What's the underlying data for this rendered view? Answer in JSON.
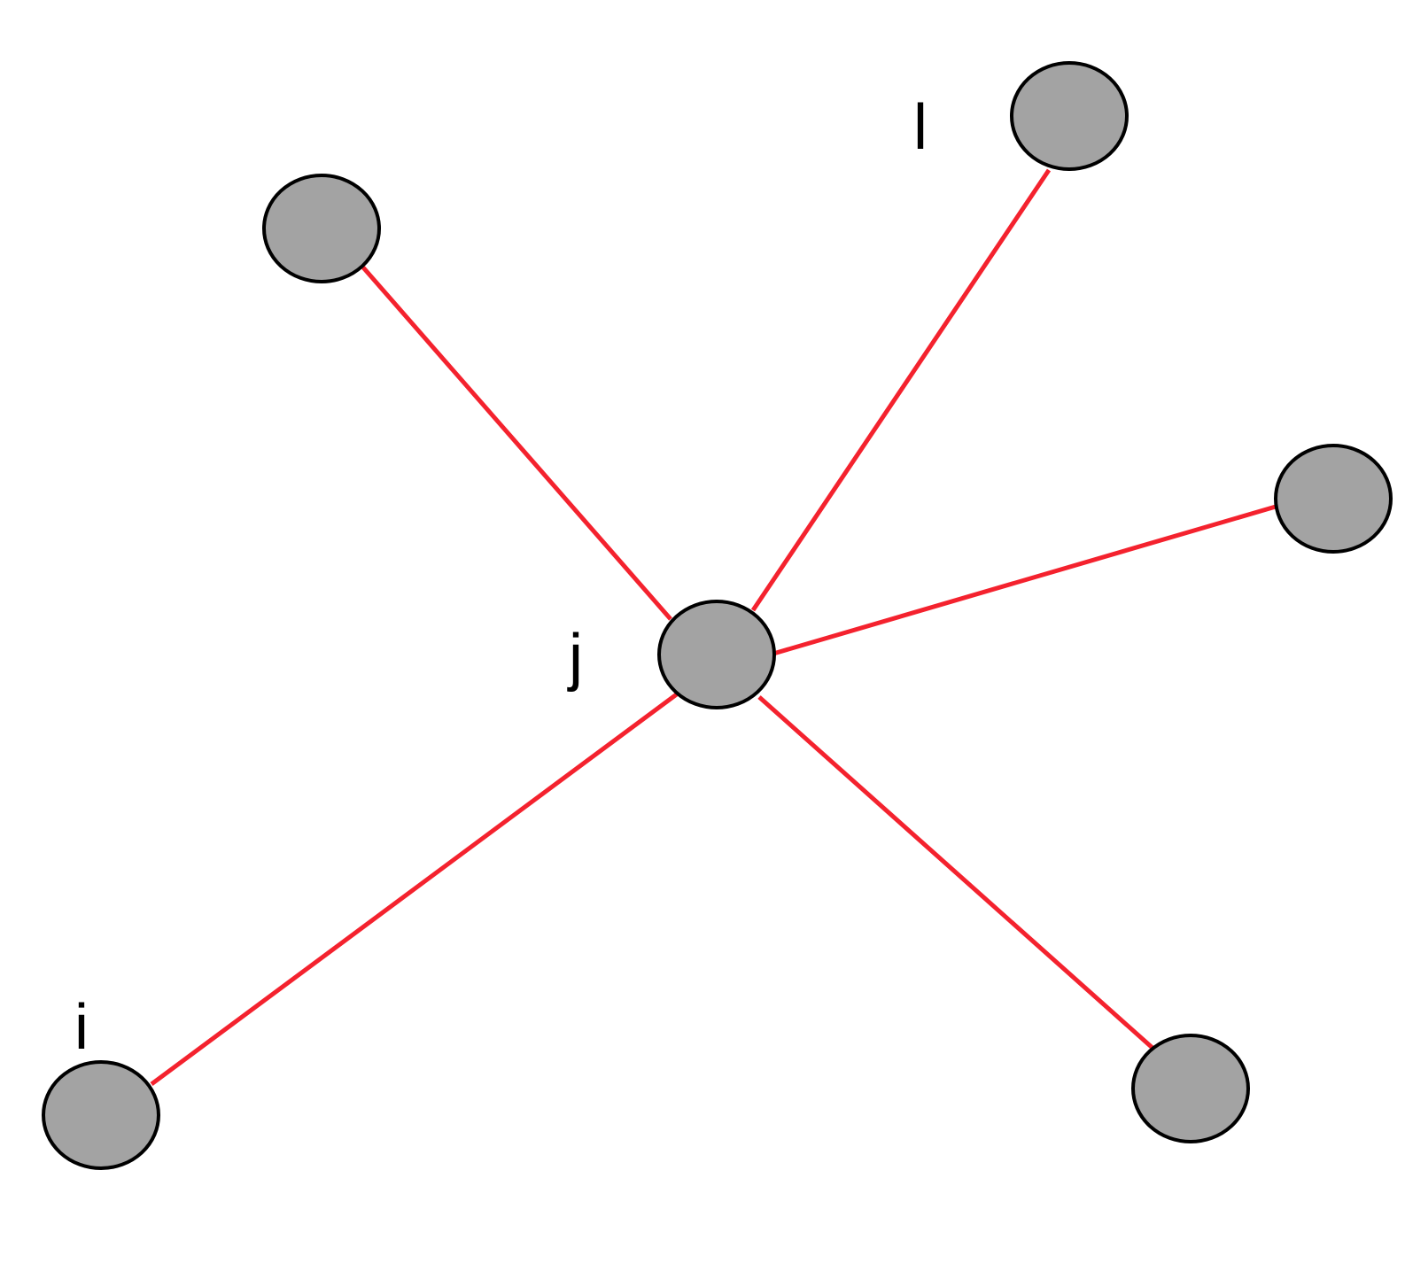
{
  "diagram": {
    "type": "star-graph",
    "colors": {
      "edge": "#f4222e",
      "node_fill": "#a3a3a3",
      "node_stroke": "#000000",
      "label": "#000000"
    },
    "nodes": [
      {
        "id": "hub",
        "label": "j"
      },
      {
        "id": "upper-left",
        "label": ""
      },
      {
        "id": "top-right",
        "label": "l"
      },
      {
        "id": "right",
        "label": ""
      },
      {
        "id": "lower-right",
        "label": ""
      },
      {
        "id": "bottom-left",
        "label": "i"
      }
    ],
    "edges": [
      {
        "from": "hub",
        "to": "upper-left"
      },
      {
        "from": "hub",
        "to": "top-right"
      },
      {
        "from": "hub",
        "to": "right"
      },
      {
        "from": "hub",
        "to": "lower-right"
      },
      {
        "from": "hub",
        "to": "bottom-left"
      }
    ]
  }
}
